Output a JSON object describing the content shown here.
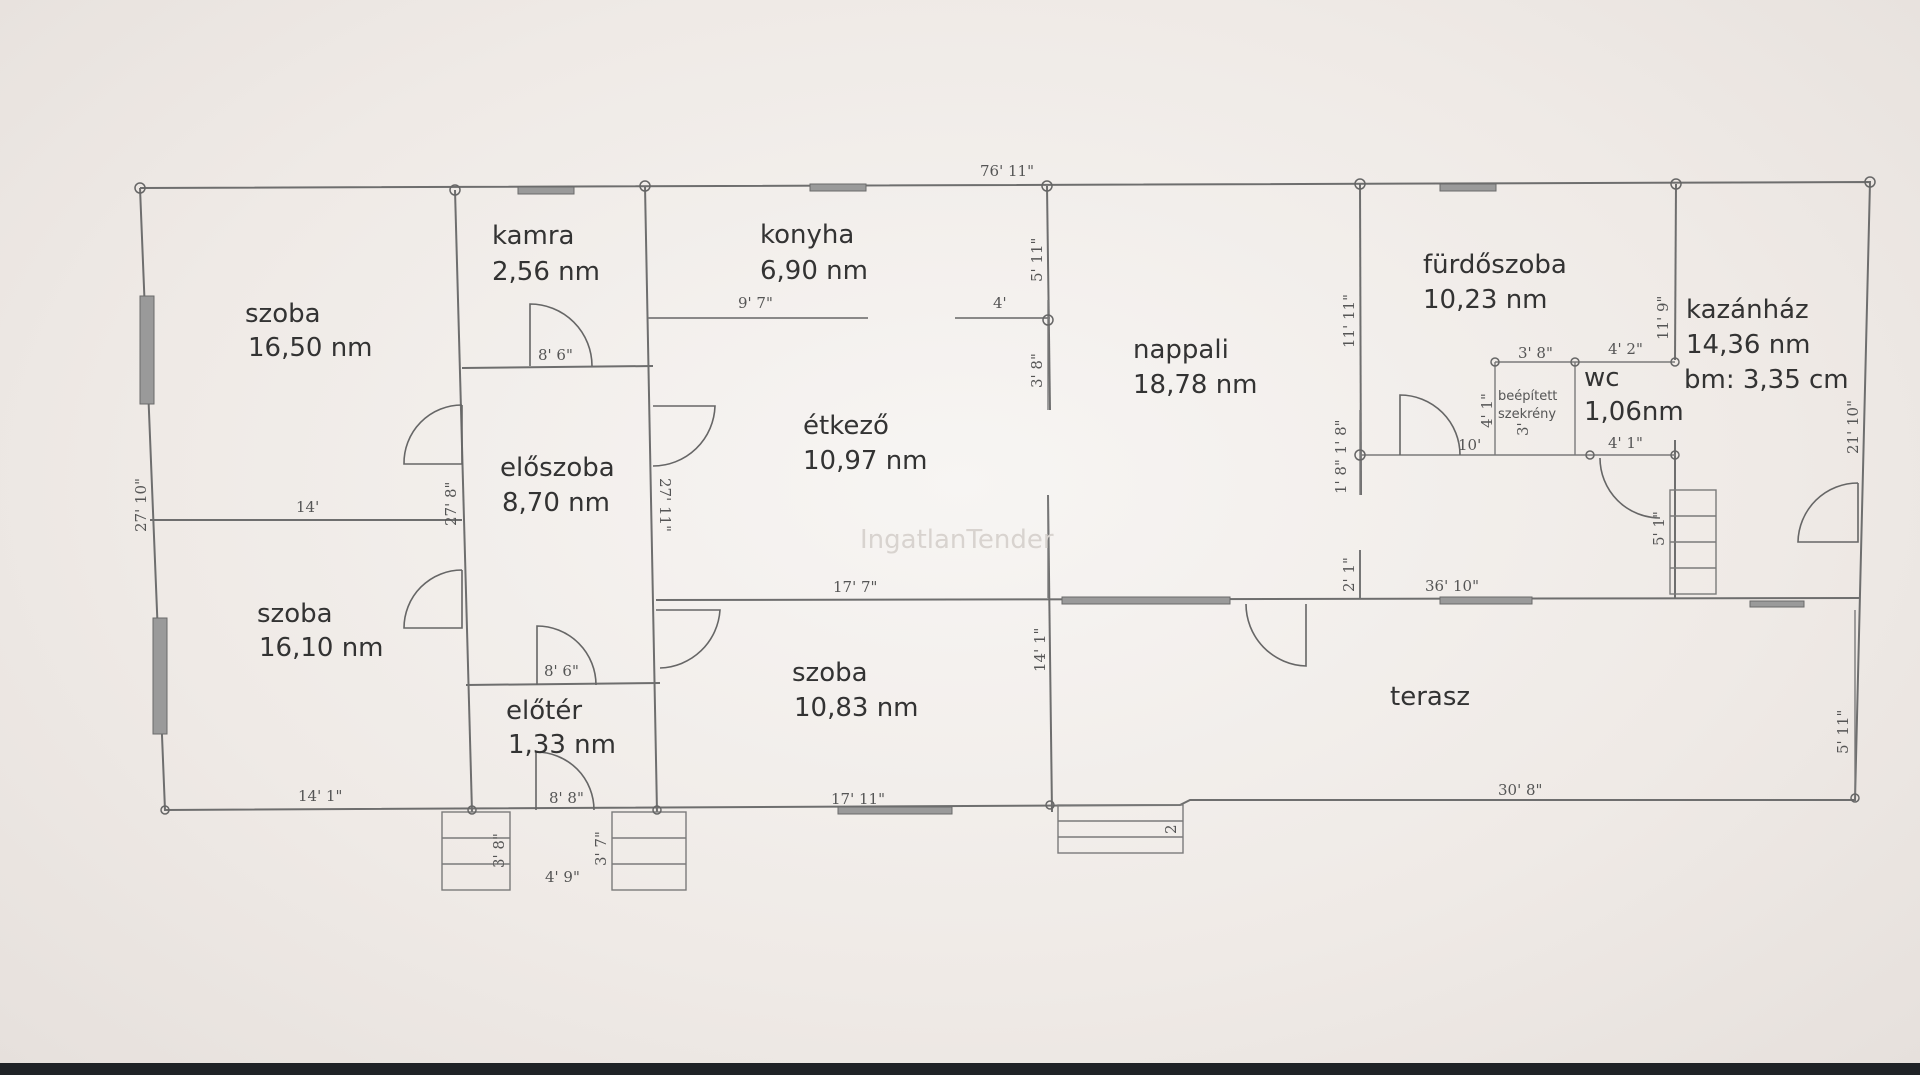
{
  "rooms": [
    {
      "id": "szoba1",
      "name": "szoba",
      "area": "16,50 nm"
    },
    {
      "id": "kamra",
      "name": "kamra",
      "area": "2,56 nm"
    },
    {
      "id": "konyha",
      "name": "konyha",
      "area": "6,90 nm"
    },
    {
      "id": "nappali",
      "name": "nappali",
      "area": "18,78 nm"
    },
    {
      "id": "furdoszoba",
      "name": "fürdőszoba",
      "area": "10,23 nm"
    },
    {
      "id": "kazanhaz",
      "name": "kazánház",
      "area": "14,36 nm",
      "extra": "bm: 3,35 cm"
    },
    {
      "id": "wc",
      "name": "wc",
      "area": "1,06nm"
    },
    {
      "id": "beepitett",
      "name": "beépített",
      "name2": "szekrény"
    },
    {
      "id": "eloszoba",
      "name": "előszoba",
      "area": "8,70 nm"
    },
    {
      "id": "etkezo",
      "name": "étkező",
      "area": "10,97 nm"
    },
    {
      "id": "szoba2",
      "name": "szoba",
      "area": "16,10 nm"
    },
    {
      "id": "szoba3",
      "name": "szoba",
      "area": "10,83 nm"
    },
    {
      "id": "eloter",
      "name": "előtér",
      "area": "1,33 nm"
    },
    {
      "id": "terasz",
      "name": "terasz"
    }
  ],
  "dimensions": {
    "top_total": "76' 11\"",
    "konyha_w": "9' 7\"",
    "konyha_4": "4'",
    "konyha_h": "5' 11\"",
    "etkezo_38": "3' 8\"",
    "kamra_door": "8' 6\"",
    "eloszoba_h": "27' 8\"",
    "left_total": "27' 10\"",
    "szoba_14": "14'",
    "etkezo_h": "27' 11\"",
    "mid_177": "17' 7\"",
    "eloszoba_door": "8' 6\"",
    "bottom_141": "14' 1\"",
    "eloter_door": "8' 8\"",
    "bottom_1711": "17' 11\"",
    "mid_141": "14' 1\"",
    "terasz_3010": "36' 10\"",
    "bottom_308": "30' 8\"",
    "right_511": "5' 11\"",
    "right_2110": "21' 10\"",
    "furdo_1111": "11' 11\"",
    "furdo_18": "1' 8\" 1' 8\"",
    "furdo_21": "2' 1\"",
    "kazan_119": "11' 9\"",
    "wc_38": "3' 8\"",
    "wc_42": "4' 2\"",
    "wc_41": "4' 1\"",
    "wc_41b": "4' 1\"",
    "wc_10": "10'",
    "wc_3": "3'",
    "kazan_51": "5' 1\"",
    "steps_38": "3' 8\"",
    "steps_49": "4' 9\"",
    "steps_37": "3' 7\"",
    "step_2": "2"
  },
  "watermark": "IngatlanTender"
}
